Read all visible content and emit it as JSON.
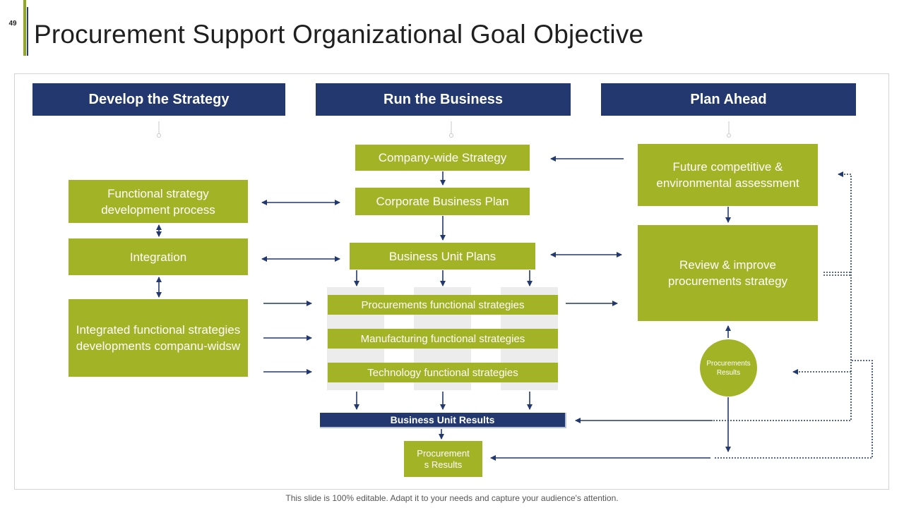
{
  "slide": {
    "page_number": "49",
    "title": "Procurement Support Organizational Goal Objective",
    "footer": "This slide is 100% editable. Adapt it to your needs and capture your audience's attention."
  },
  "headers": {
    "develop": "Develop the Strategy",
    "run": "Run the Business",
    "plan": "Plan Ahead"
  },
  "left": {
    "functional_strategy": "Functional strategy development process",
    "integration": "Integration",
    "integrated": "Integrated functional strategies developments companu-widsw"
  },
  "center": {
    "company_strategy": "Company-wide Strategy",
    "corporate_plan": "Corporate Business Plan",
    "bu_plans": "Business Unit Plans",
    "procurements_fs": "Procurements functional strategies",
    "manufacturing_fs": "Manufacturing functional strategies",
    "technology_fs": "Technology functional strategies",
    "bu_results": "Business Unit Results",
    "procurement_results": "Procurement s Results"
  },
  "right": {
    "future": "Future competitive & environmental assessment",
    "review": "Review & improve procurements strategy",
    "procurements_results": "Procurements Results"
  },
  "colors": {
    "navy": "#22386e",
    "green": "#a3b326",
    "accent": "#8fa81e"
  }
}
